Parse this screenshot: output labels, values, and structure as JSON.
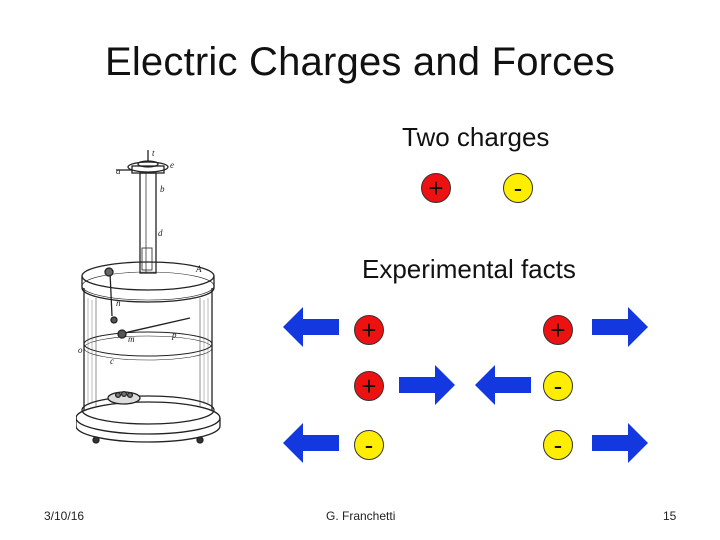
{
  "slide": {
    "title": "Electric Charges and Forces",
    "section_two": "Two charges",
    "section_facts": "Experimental facts",
    "top_pair": [
      {
        "sign": "+",
        "kind": "positive"
      },
      {
        "sign": "-",
        "kind": "negative"
      }
    ],
    "rows": [
      {
        "left": {
          "sign": "+",
          "kind": "positive"
        },
        "right": {
          "sign": "+",
          "kind": "positive"
        },
        "force": "repulsion"
      },
      {
        "left": {
          "sign": "+",
          "kind": "positive"
        },
        "right": {
          "sign": "-",
          "kind": "negative"
        },
        "force": "attraction"
      },
      {
        "left": {
          "sign": "-",
          "kind": "negative"
        },
        "right": {
          "sign": "-",
          "kind": "negative"
        },
        "force": "repulsion"
      }
    ],
    "apparatus_labels": [
      "t",
      "a",
      "e",
      "b",
      "d",
      "A",
      "n",
      "m",
      "o",
      "p",
      "c"
    ],
    "footer": {
      "date": "3/10/16",
      "author": "G. Franchetti",
      "page": "15"
    }
  },
  "colors": {
    "positive": "#ee1111",
    "negative": "#ffee00",
    "arrow": "#1438e0"
  },
  "icons": {
    "arrow_left": "arrow-left-icon",
    "arrow_right": "arrow-right-icon",
    "apparatus": "torsion-balance-illustration"
  }
}
